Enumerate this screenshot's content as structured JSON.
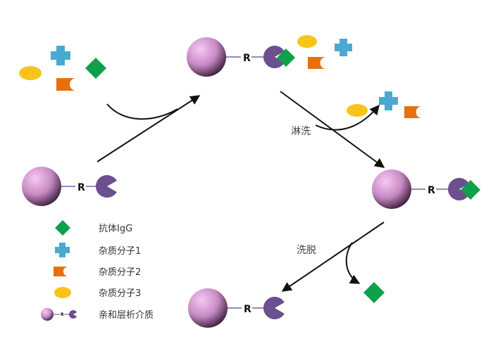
{
  "labels": {
    "r": "R",
    "wash": "淋洗",
    "elute": "洗脱"
  },
  "legend": [
    {
      "shape": "diamond",
      "text": "抗体IgG"
    },
    {
      "shape": "cross",
      "text": "杂质分子1"
    },
    {
      "shape": "half-rect",
      "text": "杂质分子2"
    },
    {
      "shape": "ellipse",
      "text": "杂质分子3"
    },
    {
      "shape": "affinity-medium",
      "text": "亲和层析介质"
    }
  ],
  "colors": {
    "bead_light": "#f6c9f2",
    "bead_mid": "#c78ac4",
    "bead_dark": "#3a1e3a",
    "ligand": "#6b4f8e",
    "igg": "#0ea04a",
    "impurity1": "#4aa9cf",
    "impurity2": "#e6700f",
    "impurity3": "#f7c51a",
    "arrow": "#111111"
  }
}
